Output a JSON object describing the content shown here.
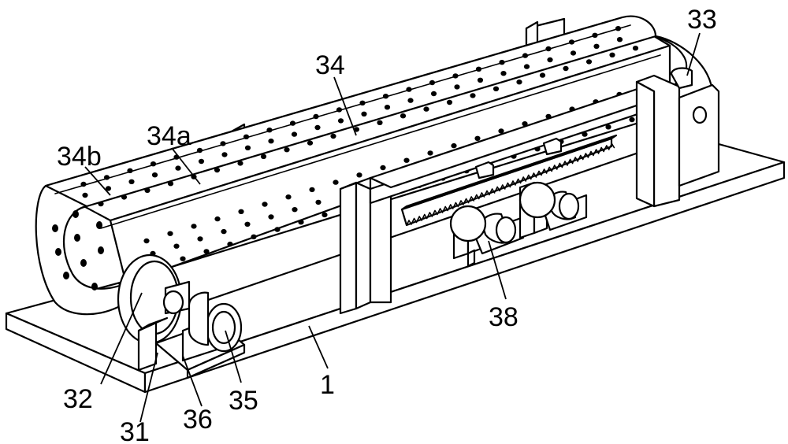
{
  "labels": {
    "belt": "34",
    "belt_hole": "34a",
    "belt_edge": "34b",
    "rear_roller": "33",
    "front_roller": "32",
    "support": "31",
    "mount": "36",
    "motor": "35",
    "base": "1",
    "rack_drive": "38"
  },
  "colors": {
    "line": "#000000",
    "background": "#ffffff"
  }
}
